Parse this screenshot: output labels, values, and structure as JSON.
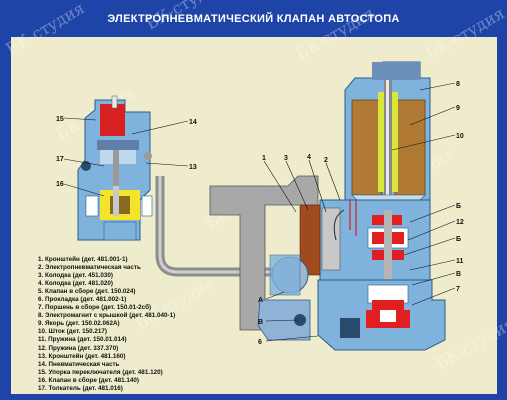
{
  "title": "ЭЛЕКТРОПНЕВМАТИЧЕСКИЙ КЛАПАН АВТОСТОПА",
  "watermark": "БК-студия",
  "legend": [
    "1. Кронштейн (дет. 481.001-1)",
    "2. Электропневматическая часть",
    "3. Колодка (дет. 451.030)",
    "4. Колодка (дет. 481.020)",
    "5. Клапан в сборе (дет. 150.024)",
    "6. Прокладка (дет. 481.002-1)",
    "7. Поршень в сборе (дет. 150.01-2сб)",
    "8. Электромагнит с крышкой (дет. 481.040-1)",
    "9. Якорь (дет. 150.02.062А)",
    "10. Шток (дет. 150.217)",
    "11. Пружина (дет. 150.01.014)",
    "12. Пружина (дет. 337.370)",
    "13. Кронштейн (дет. 481.160)",
    "14. Пневматическая часть",
    "15. Упорка переключателя (дет. 481.120)",
    "16. Клапан в сборе (дет. 481.140)",
    "17. Толкатель (дет. 481.016)"
  ],
  "callouts": {
    "n15": "15",
    "n14": "14",
    "n17": "17",
    "n13": "13",
    "n16": "16",
    "n1": "1",
    "n3": "3",
    "n4": "4",
    "n2": "2",
    "n8": "8",
    "n9": "9",
    "n10": "10",
    "b1": "Б",
    "n12": "12",
    "b2": "Б",
    "n11": "11",
    "v1": "В",
    "n7": "7",
    "a": "А",
    "v2": "В",
    "n6": "6"
  }
}
